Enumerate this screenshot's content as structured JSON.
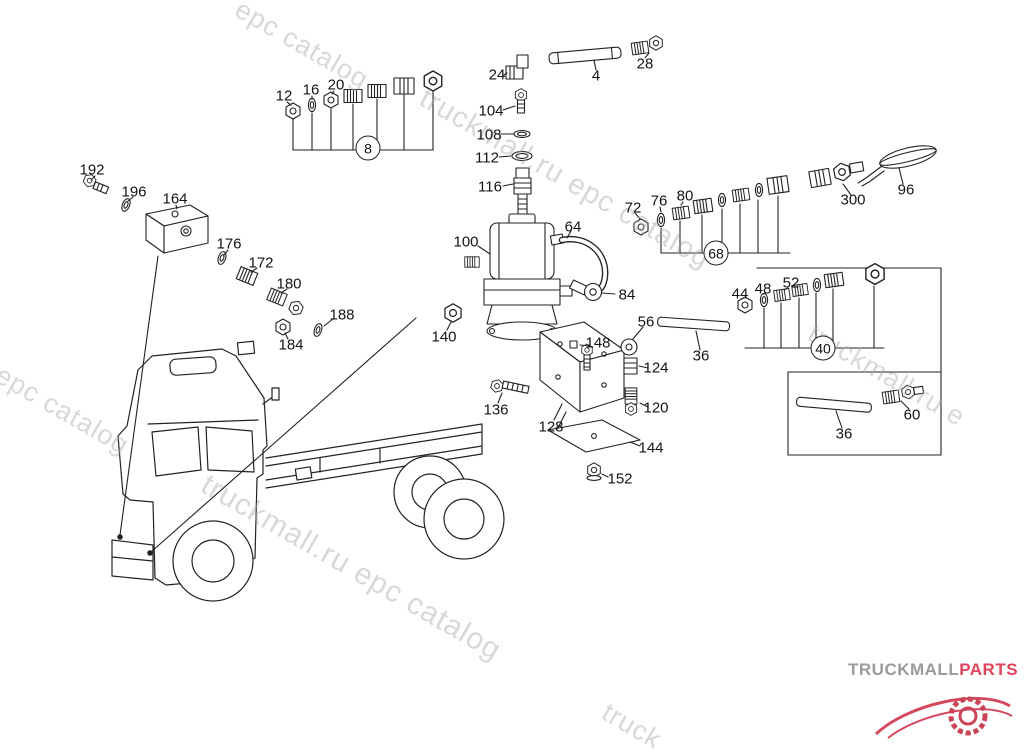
{
  "part_labels": [
    "12",
    "16",
    "20",
    "24",
    "4",
    "28",
    "104",
    "108",
    "112",
    "116",
    "192",
    "196",
    "164",
    "176",
    "172",
    "180",
    "184",
    "188",
    "100",
    "64",
    "72",
    "76",
    "80",
    "300",
    "96",
    "84",
    "140",
    "56",
    "44",
    "48",
    "52",
    "36",
    "148",
    "124",
    "136",
    "128",
    "120",
    "144",
    "152",
    "36",
    "60"
  ],
  "group_refs": [
    "8",
    "68",
    "40"
  ],
  "watermarks": [
    "epc catalog",
    "truckmall.ru epc catalog",
    "l epc catalog",
    "truckmall.ru epc catalog",
    "truckmall.ru e",
    "truck"
  ],
  "logo": {
    "text_primary": "TRUCKMALL",
    "text_accent": "PARTS",
    "accent_color": "#e0435c",
    "gray_color": "#9b9b9b"
  }
}
